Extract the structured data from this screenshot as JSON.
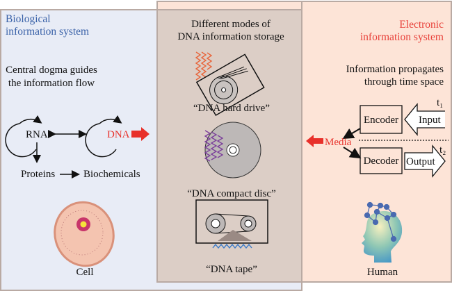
{
  "colors": {
    "bio_panel": "#e8ecf6",
    "electronic_panel": "#fde4d7",
    "overlap_panel": "#dccec6",
    "bio_title": "#3a62a8",
    "electronic_title": "#e8413a",
    "accent_red": "#e8302a"
  },
  "bio": {
    "title_line1": "Biological",
    "title_line2": "information system",
    "subtitle_line1": "Central dogma guides",
    "subtitle_line2": "the information flow",
    "rna": "RNA",
    "dna": "DNA",
    "proteins": "Proteins",
    "biochemicals": "Biochemicals",
    "cell_label": "Cell"
  },
  "storage": {
    "title_line1": "Different modes of",
    "title_line2": "DNA information storage",
    "hard_drive": "“DNA hard drive”",
    "compact_disc": "“DNA compact disc”",
    "tape": "“DNA tape”"
  },
  "electronic": {
    "title_line1": "Electronic",
    "title_line2": "information system",
    "subtitle_line1": "Information propagates",
    "subtitle_line2": "through time space",
    "encoder": "Encoder",
    "input": "Input",
    "t1": "t₁",
    "media": "Media",
    "decoder": "Decoder",
    "output": "Output",
    "t2": "t₂",
    "human_label": "Human"
  }
}
